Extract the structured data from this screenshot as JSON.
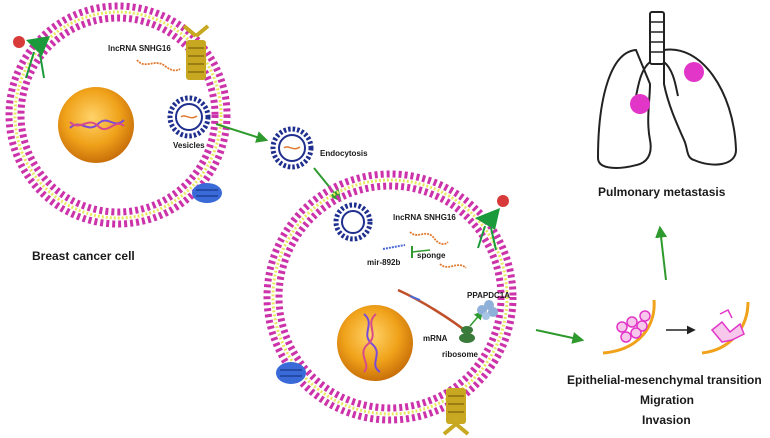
{
  "labels": {
    "lncrna_1": "lncRNA SNHG16",
    "vesicles": "Vesicles",
    "breast_cancer_cell": "Breast cancer cell",
    "endocytosis": "Endocytosis",
    "lncrna_2": "lncRNA SNHG16",
    "mir": "mir-892b",
    "sponge": "sponge",
    "ppapdc1a": "PPAPDC1A",
    "mrna": "mRNA",
    "ribosome": "ribosome",
    "pulmonary": "Pulmonary metastasis",
    "emt": "Epithelial-mesenchymal transition",
    "migration": "Migration",
    "invasion": "Invasion"
  },
  "colors": {
    "membrane_outer": "#cc33aa",
    "membrane_inner": "#e8e860",
    "nucleus": "#f0a21a",
    "arrow_green": "#2e9a2e",
    "vesicle": "#1f2f8f",
    "metastasis_dot": "#e236c8",
    "receptor_gold": "#c8a820",
    "receptor_green": "#1a9a3a",
    "receptor_blue": "#3a6ad8"
  }
}
